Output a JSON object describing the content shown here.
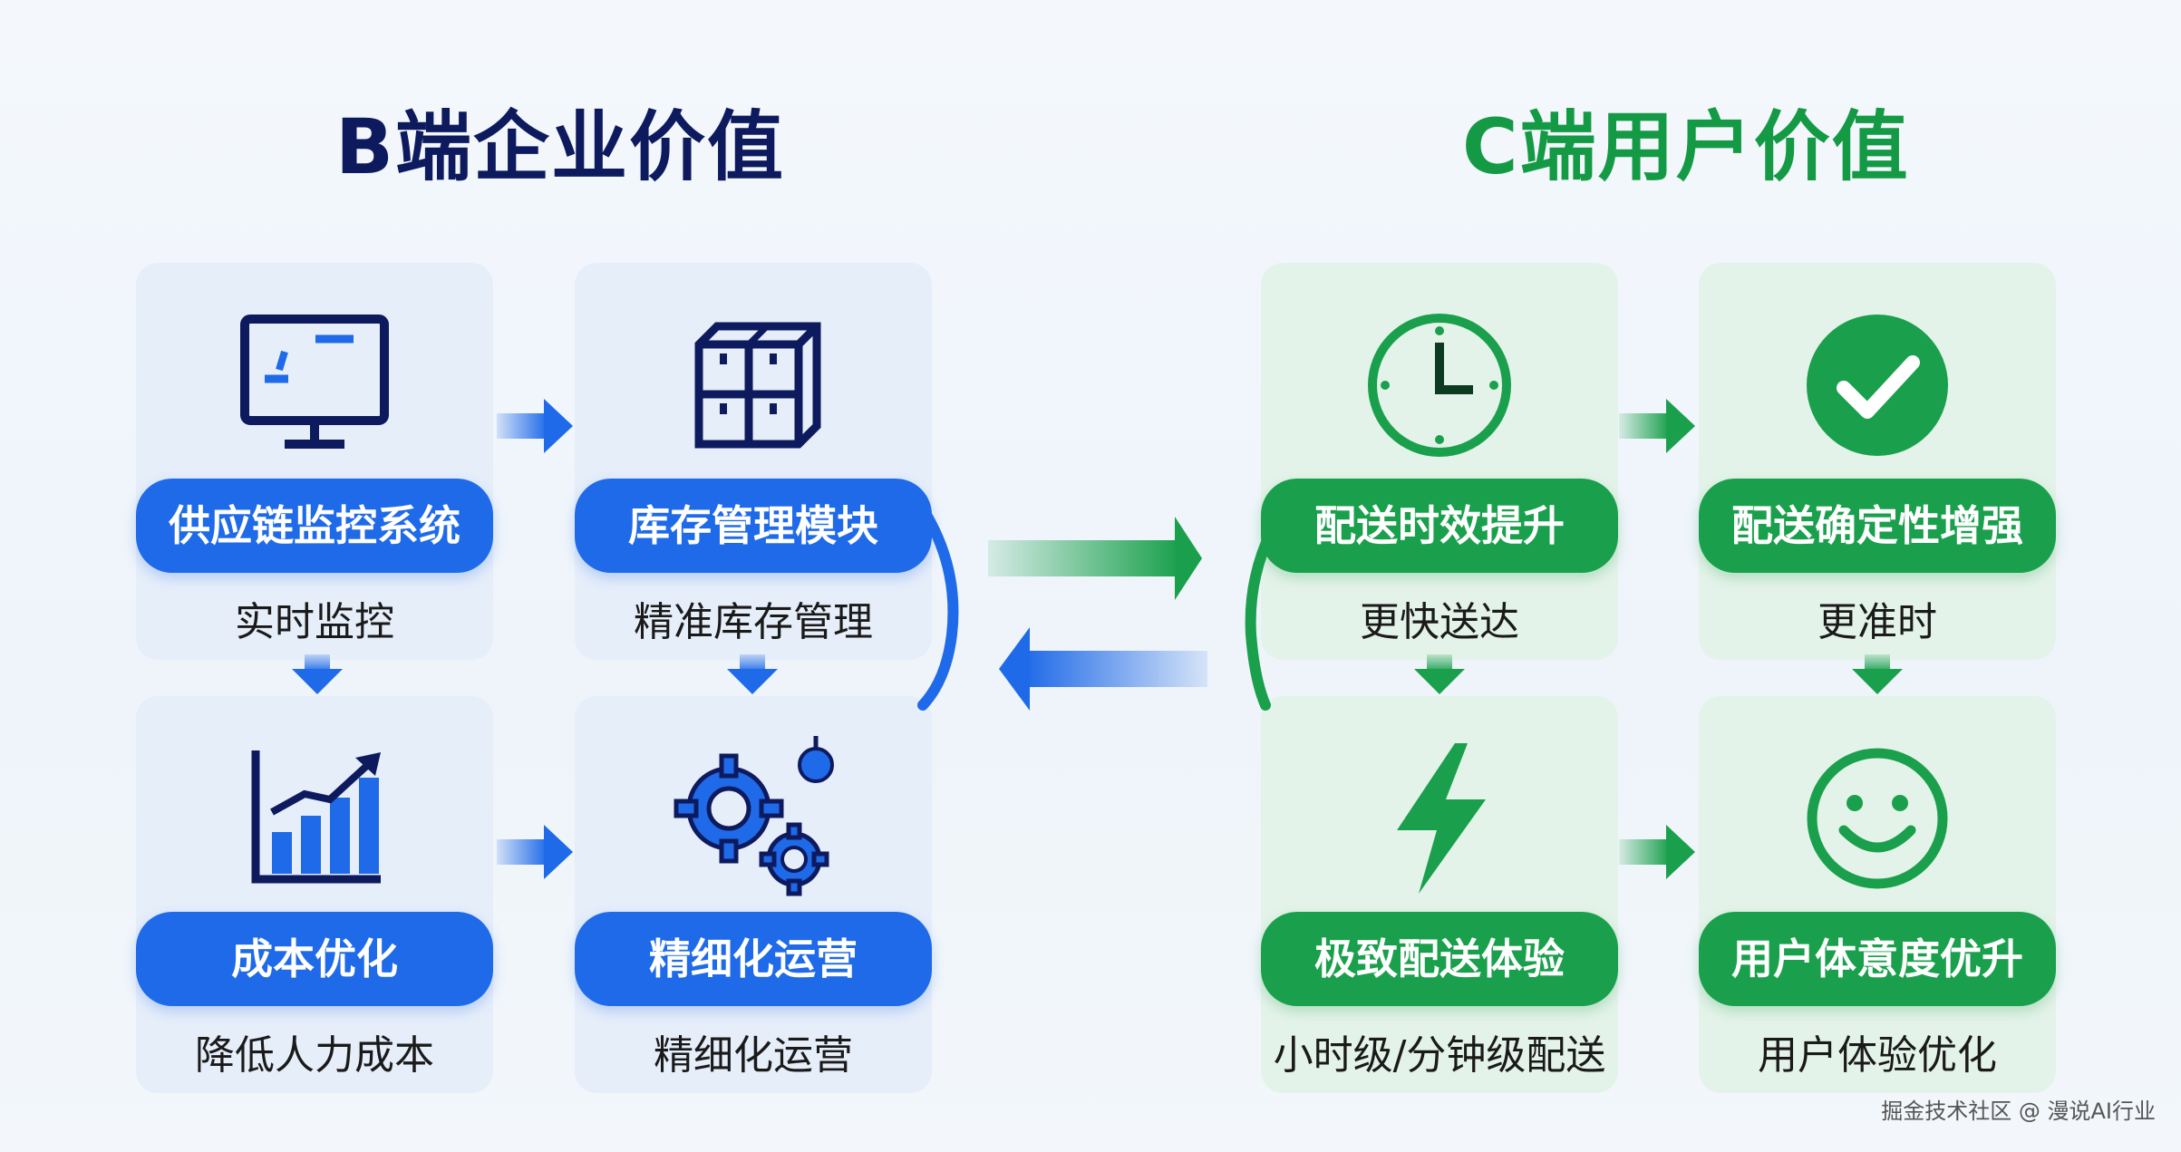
{
  "left_section": {
    "title": "B端企业价值",
    "cards": [
      {
        "icon": "monitor-icon",
        "label": "供应链监控系统",
        "sub": "实时监控"
      },
      {
        "icon": "warehouse-shelf-icon",
        "label": "库存管理模块",
        "sub": "精准库存管理"
      },
      {
        "icon": "growth-chart-icon",
        "label": "成本优化",
        "sub": "降低人力成本"
      },
      {
        "icon": "gears-icon",
        "label": "精细化运营",
        "sub": "精细化运营"
      }
    ]
  },
  "right_section": {
    "title": "C端用户价值",
    "cards": [
      {
        "icon": "clock-icon",
        "label": "配送时效提升",
        "sub": "更快送达"
      },
      {
        "icon": "check-circle-icon",
        "label": "配送确定性增强",
        "sub": "更准时"
      },
      {
        "icon": "lightning-icon",
        "label": "极致配送体验",
        "sub": "小时级/分钟级配送"
      },
      {
        "icon": "smiley-icon",
        "label": "用户体意度优升",
        "sub": "用户体验优化"
      }
    ]
  },
  "colors": {
    "blue": "#1f6ae8",
    "navy": "#0d1b5e",
    "green": "#1aa04c"
  },
  "watermark": "掘金技术社区 @ 漫说AI行业"
}
